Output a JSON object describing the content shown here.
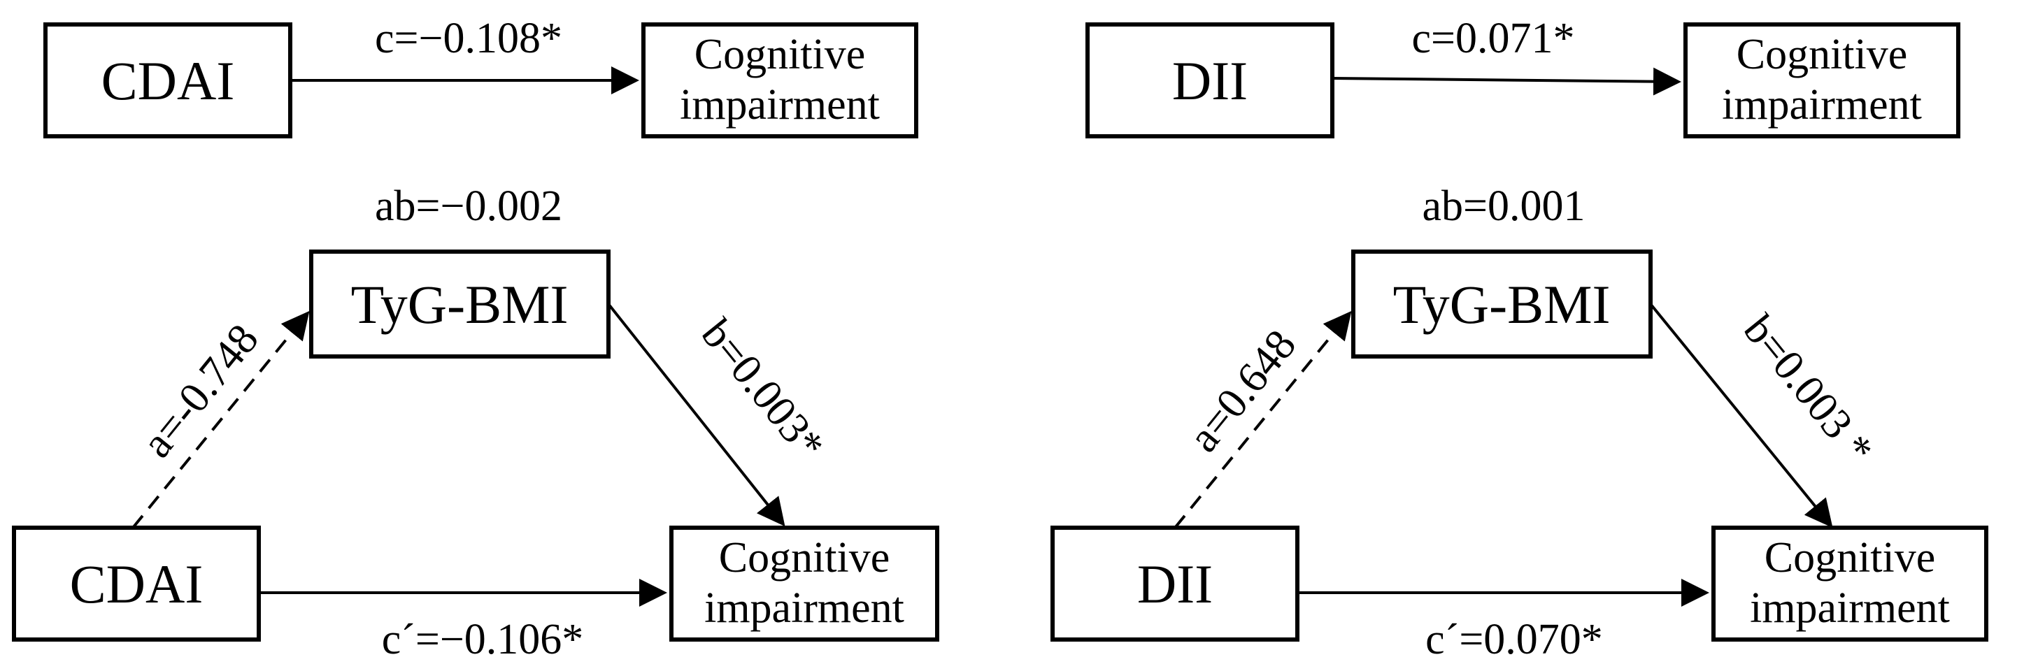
{
  "left_panel": {
    "total": {
      "exposure": "CDAI",
      "outcome_line1": "Cognitive",
      "outcome_line2": "impairment",
      "path_c": "c=−0.108*"
    },
    "mediation": {
      "ab": "ab=−0.002",
      "mediator": "TyG-BMI",
      "exposure": "CDAI",
      "outcome_line1": "Cognitive",
      "outcome_line2": "impairment",
      "path_a": "a=-0.748",
      "path_b": "b=0.003*",
      "path_c_prime": "c´=−0.106*"
    }
  },
  "right_panel": {
    "total": {
      "exposure": "DII",
      "outcome_line1": "Cognitive",
      "outcome_line2": "impairment",
      "path_c": "c=0.071*"
    },
    "mediation": {
      "ab": "ab=0.001",
      "mediator": "TyG-BMI",
      "exposure": "DII",
      "outcome_line1": "Cognitive",
      "outcome_line2": "impairment",
      "path_a": "a=0.648",
      "path_b": "b=0.003 *",
      "path_c_prime": "c´=0.070*"
    }
  }
}
